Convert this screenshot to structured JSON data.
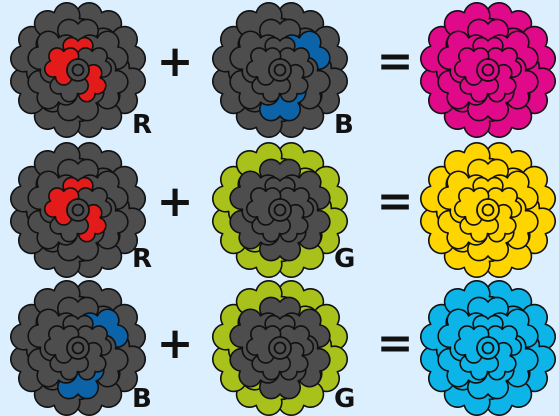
{
  "colors": {
    "background": "#dcefff",
    "dark": "#4d4d4d",
    "outline": "#111111",
    "red": "#e41b1b",
    "blue": "#0d63a8",
    "green": "#a9c11b",
    "magenta": "#e0098a",
    "yellow": "#ffd500",
    "cyan": "#0db4e8"
  },
  "rows": [
    {
      "left": {
        "letter": "R",
        "accent": "red",
        "pattern": "inner-three"
      },
      "plus": "+",
      "right": {
        "letter": "B",
        "accent": "blue",
        "pattern": "mid-two"
      },
      "equals": "=",
      "result": {
        "color": "magenta"
      }
    },
    {
      "left": {
        "letter": "R",
        "accent": "red",
        "pattern": "inner-three"
      },
      "plus": "+",
      "right": {
        "letter": "G",
        "accent": "green",
        "pattern": "outer-ring"
      },
      "equals": "=",
      "result": {
        "color": "yellow"
      }
    },
    {
      "left": {
        "letter": "B",
        "accent": "blue",
        "pattern": "mid-two"
      },
      "plus": "+",
      "right": {
        "letter": "G",
        "accent": "green",
        "pattern": "outer-ring"
      },
      "equals": "=",
      "result": {
        "color": "cyan"
      }
    }
  ]
}
